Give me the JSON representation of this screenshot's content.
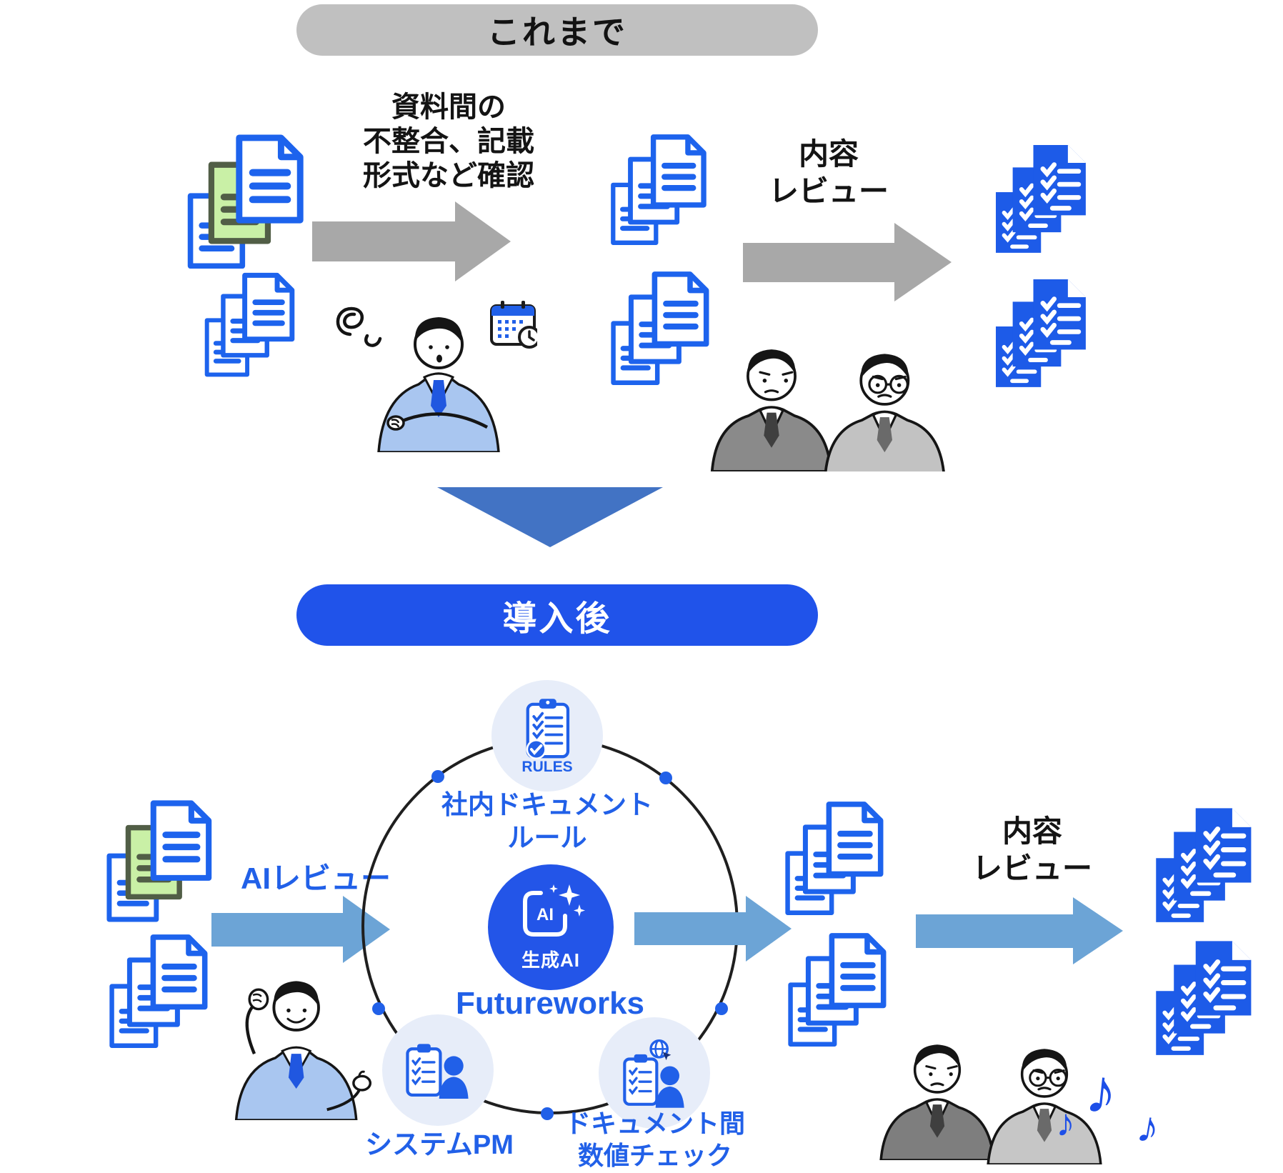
{
  "colors": {
    "doc_blue": "#1D63ED",
    "doc_green_fill": "#C9F0A6",
    "doc_green_border": "#515E46",
    "label_blue": "#2160E8",
    "pill_gray": "#C0C0C0",
    "pill_blue": "#2053EA",
    "arrow_gray": "#A8A8A8",
    "arrow_blue": "#6CA4D6",
    "transition_triangle_blue": "#4273C4",
    "hub_satellite_bg": "#E7EDF9",
    "hub_center_bg": "#2355E8",
    "suit_light_blue": "#A9C6F0"
  },
  "before": {
    "banner": "これまで",
    "check_label_lines": [
      "資料間の",
      "不整合、記載",
      "形式など確認"
    ],
    "review_label_lines": [
      "内容",
      "レビュー"
    ]
  },
  "after": {
    "banner": "導入後",
    "ai_review_label": "AIレビュー",
    "review_label_lines": [
      "内容",
      "レビュー"
    ],
    "hub": {
      "rules_badge": "RULES",
      "rules_label_lines": [
        "社内ドキュメント",
        "ルール"
      ],
      "center_icon_text": "AI",
      "center_caption": "生成AI",
      "product_name": "Futureworks",
      "left_label": "システムPM",
      "right_label_lines": [
        "ドキュメント間",
        "数値チェック"
      ]
    },
    "music_notes": [
      "♪",
      "♪",
      "♪"
    ]
  }
}
